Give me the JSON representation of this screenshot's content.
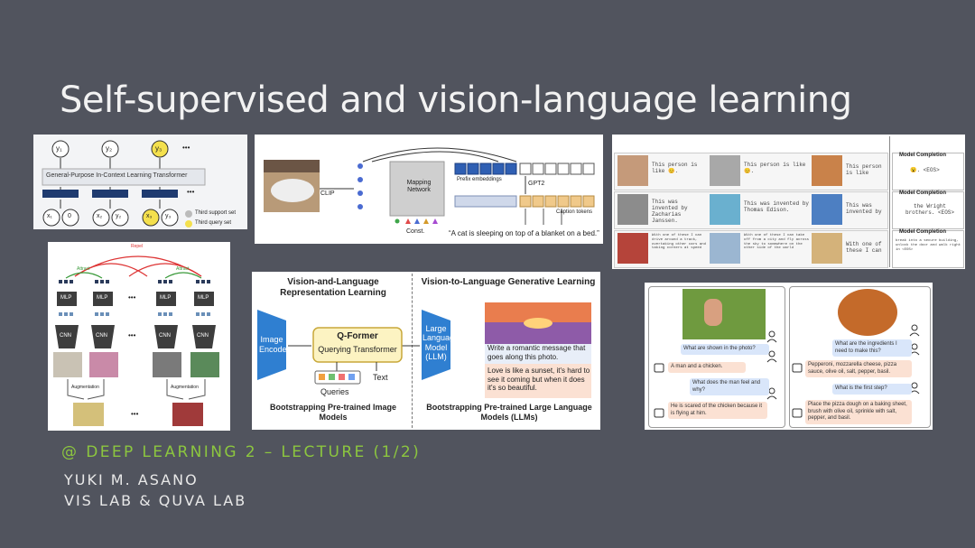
{
  "slide": {
    "title": "Self-supervised and vision-language learning",
    "lecture": "@ DEEP LEARNING 2 – LECTURE (1/2)",
    "author": "YUKI M. ASANO",
    "affiliation": "VIS LAB & QUVA LAB"
  },
  "colors": {
    "background": "#51545e",
    "accent": "#8cc63f",
    "text": "#f2f2f2"
  },
  "fig_icl": {
    "y1": "y₁",
    "y2": "y₂",
    "y3": "y₃",
    "dots": "•••",
    "transformer": "General-Purpose In-Context Learning Transformer",
    "x1": "x₁",
    "zero": "0",
    "x2": "x₂",
    "y2b": "y₂",
    "x3": "x₃",
    "y3b": "y₃",
    "third_support": "Third support set",
    "third_query": "Third query set"
  },
  "fig_clipcap": {
    "clip": "CLIP",
    "mapping": "Mapping Network",
    "prefix": "Prefix embeddings",
    "gpt2": "GPT2",
    "caption_tokens": "Caption tokens",
    "const": "Const.",
    "caption": "“A cat is sleeping on top of a blanket on a bed.”"
  },
  "fig_completion": {
    "header": "Model Completion",
    "row1": {
      "t1": "This person is like 😊.",
      "t2": "This person is like 😊.",
      "t3": "This person is like",
      "out": "😮. <EOS>"
    },
    "row2": {
      "t1": "This was invented by Zacharias Janssen.",
      "t2": "This was invented by Thomas Edison.",
      "t3": "This was invented by",
      "out": "the Wright brothers. <EOS>"
    },
    "row3": {
      "t1": "With one of these I can drive around a track, overtaking other cars and taking corners at speed",
      "t2": "With one of these I can take off from a city and fly across the sky to somewhere on the other side of the world",
      "t3": "With one of these I can",
      "out": "break into a secure building, unlock the door and walk right in <EOS>"
    }
  },
  "fig_ssl": {
    "repel": "Repel",
    "attract": "Attract",
    "mlp": "MLP",
    "cnn": "CNN",
    "augmentation": "Augmentation",
    "dots": "•••"
  },
  "fig_blip": {
    "left_title": "Vision-and-Language Representation Learning",
    "right_title": "Vision-to-Language Generative Learning",
    "image_encoder": "Image Encoder",
    "qformer": "Q-Former",
    "qformer_sub": "Querying Transformer",
    "queries": "Queries",
    "text": "Text",
    "llm": "Large Language Model (LLM)",
    "prompt": "Write a romantic message that goes along this photo.",
    "answer": "Love is like a sunset, it's hard to see it coming but when it does it's so beautiful.",
    "left_caption": "Bootstrapping Pre-trained Image Models",
    "right_caption": "Bootstrapping Pre-trained Large Language Models (LLMs)"
  },
  "fig_chat": {
    "q1": "What are shown in the photo?",
    "a1": "A man and a chicken.",
    "q2": "What does the man feel and why?",
    "a2": "He is scared of the chicken because it is flying at him.",
    "q3": "What are the ingredients I need to make this?",
    "a3": "Pepperoni, mozzarella cheese, pizza sauce, olive oil, salt, pepper, basil.",
    "q4": "What is the first step?",
    "a4": "Place the pizza dough on a baking sheet, brush with olive oil, sprinkle with salt, pepper, and basil."
  }
}
